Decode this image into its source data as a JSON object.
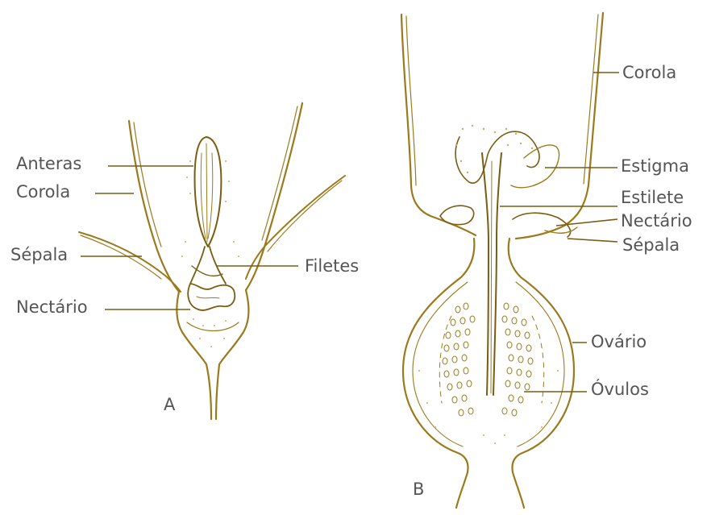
{
  "panels": {
    "a": {
      "label": "A",
      "callouts": {
        "anteras": "Anteras",
        "corola": "Corola",
        "sepala": "Sépala",
        "nectario": "Nectário",
        "filetes": "Filetes"
      }
    },
    "b": {
      "label": "B",
      "callouts": {
        "corola": "Corola",
        "estigma": "Estigma",
        "estilete": "Estilete",
        "nectario": "Nectário",
        "sepala": "Sépala",
        "ovario": "Ovário",
        "ovulos": "Óvulos"
      }
    }
  },
  "colors": {
    "ink": "#9b7a1e",
    "ink_dark": "#7a5c12",
    "label_text": "#555555",
    "background": "#ffffff"
  }
}
